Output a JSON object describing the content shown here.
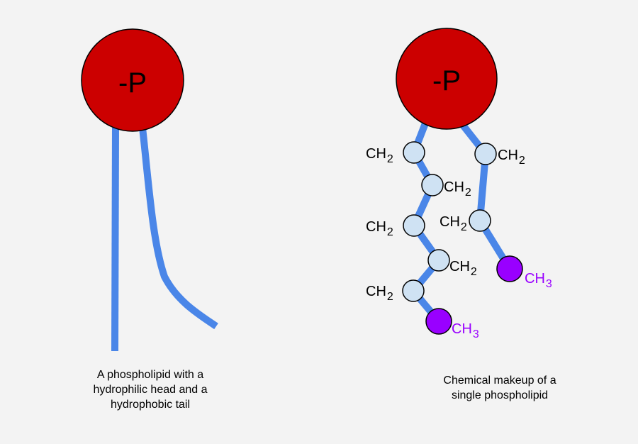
{
  "left": {
    "head_label": "-P",
    "caption": "A phospholipid with a\nhydrophilic head and a\nhydrophobic tail"
  },
  "right": {
    "head_label": "-P",
    "caption": "Chemical makeup of a\nsingle phospholipid",
    "left_chain": [
      {
        "base": "CH",
        "sub": "2"
      },
      {
        "base": "CH",
        "sub": "2"
      },
      {
        "base": "CH",
        "sub": "2"
      },
      {
        "base": "CH",
        "sub": "2"
      },
      {
        "base": "CH",
        "sub": "2"
      },
      {
        "base": "CH",
        "sub": "3"
      }
    ],
    "right_chain": [
      {
        "base": "CH",
        "sub": "2"
      },
      {
        "base": "CH",
        "sub": "2"
      },
      {
        "base": "CH",
        "sub": "3"
      }
    ]
  },
  "colors": {
    "background": "#f3f3f3",
    "head_fill": "#cc0000",
    "tail": "#4a86e8",
    "carbon_node": "#cfe2f3",
    "methyl_node": "#9900ff",
    "methyl_text": "#9900ff",
    "text": "#000000"
  }
}
